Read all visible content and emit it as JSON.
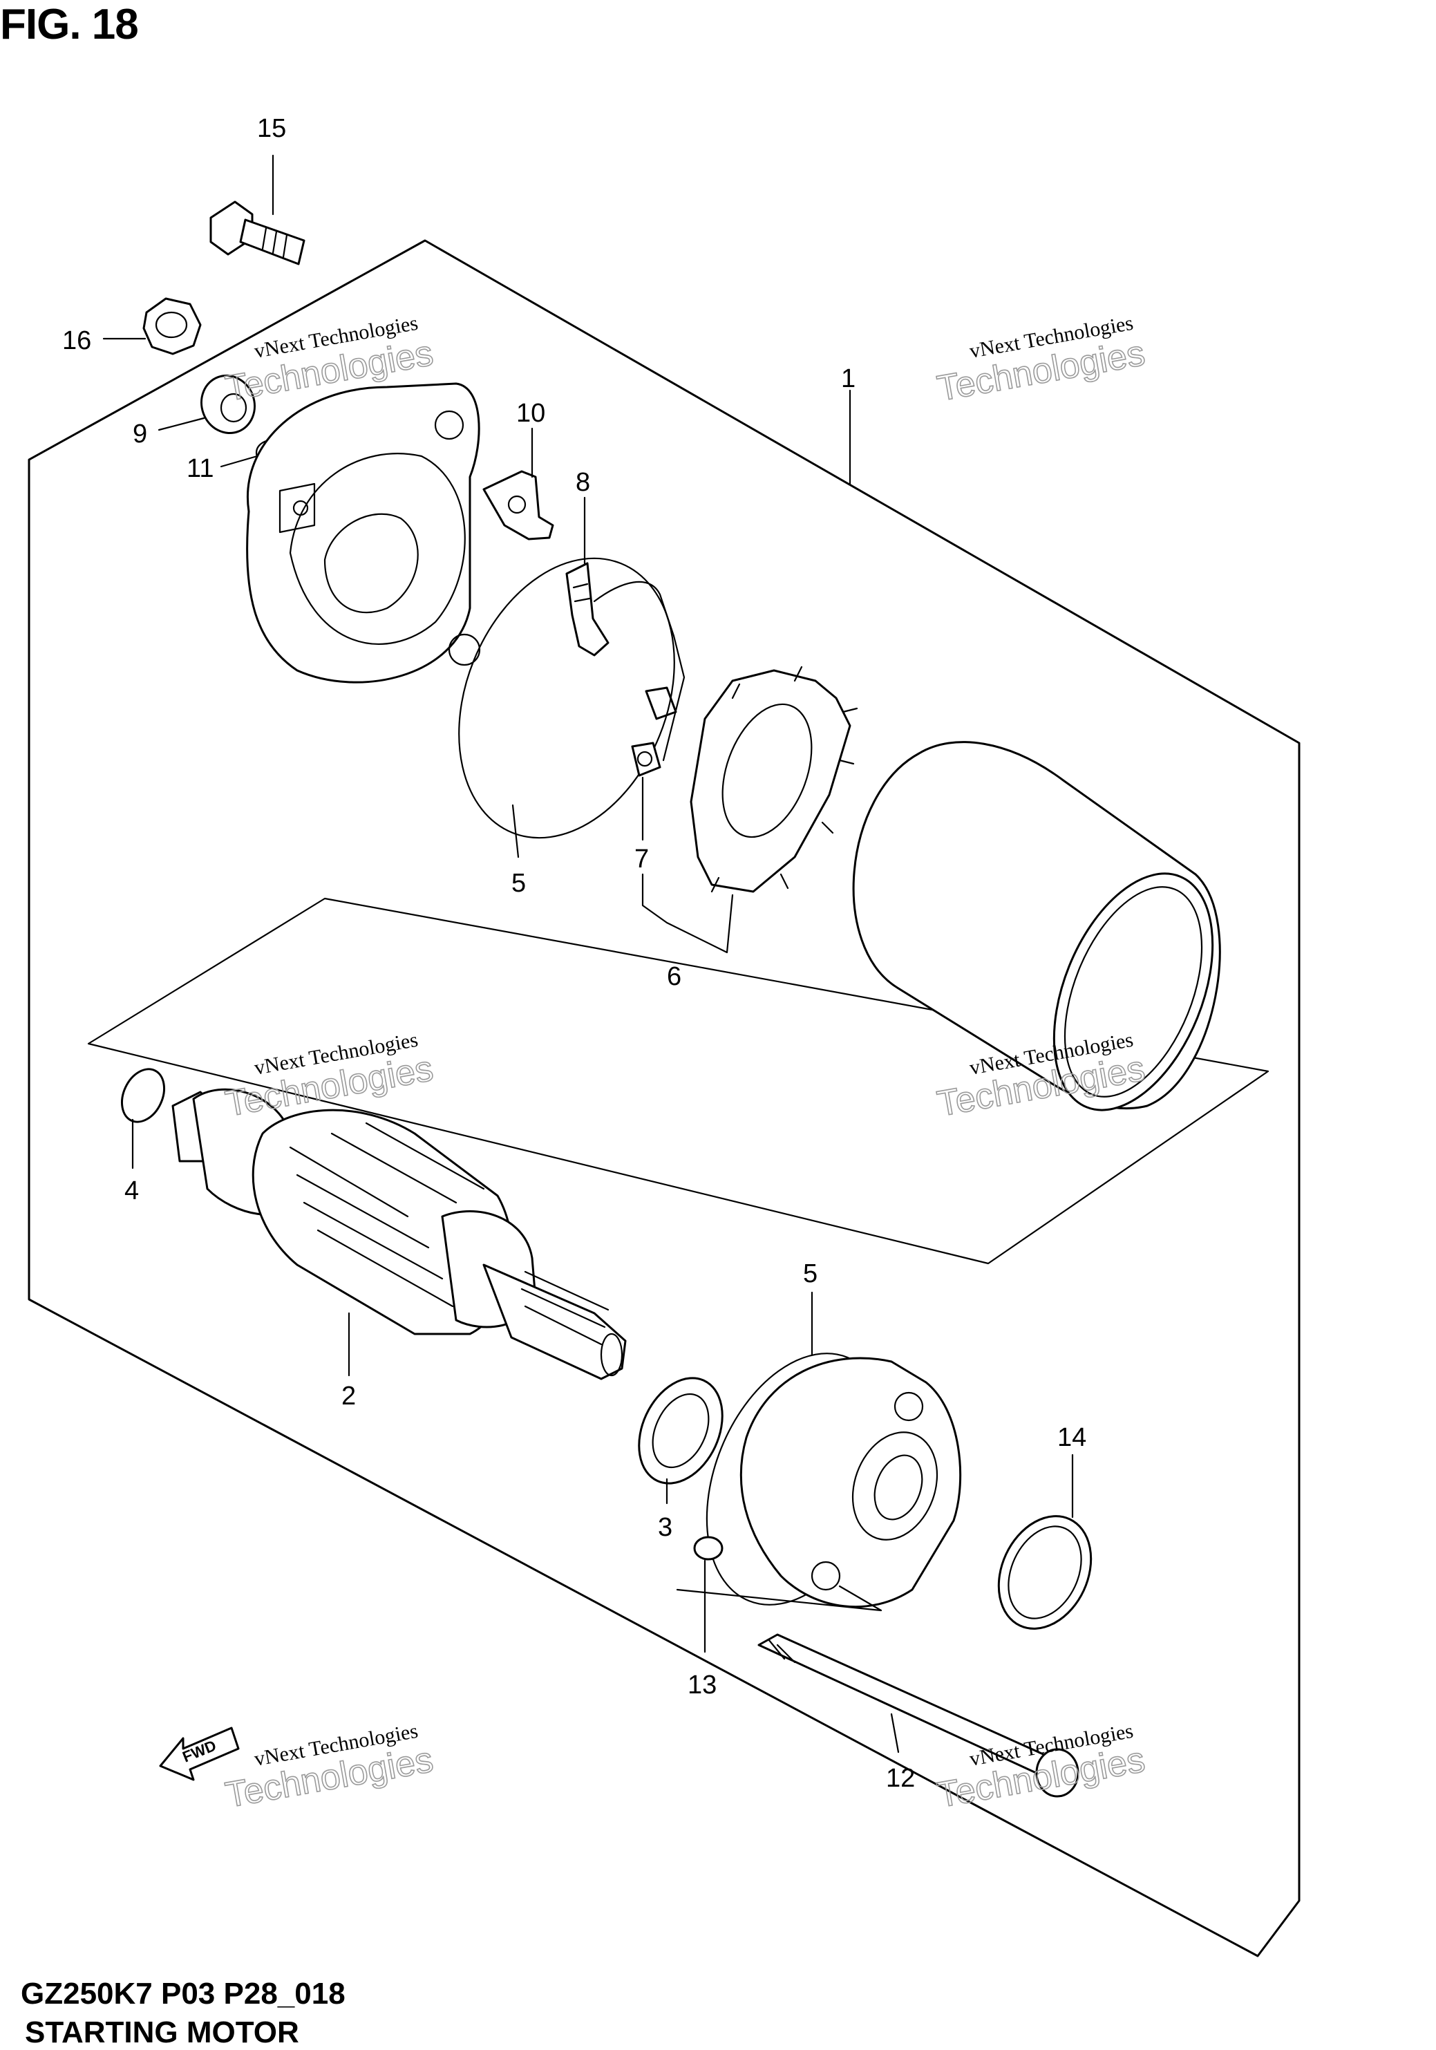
{
  "figure": {
    "title": "FIG. 18"
  },
  "footer": {
    "code": "GZ250K7 P03 P28_018",
    "name": "STARTING MOTOR"
  },
  "fwd_label": "FWD",
  "watermark": {
    "line1": "vNext Technologies",
    "line2": "Technologies"
  },
  "callouts": [
    {
      "id": "callout-15",
      "label": "15"
    },
    {
      "id": "callout-16",
      "label": "16"
    },
    {
      "id": "callout-1",
      "label": "1"
    },
    {
      "id": "callout-10",
      "label": "10"
    },
    {
      "id": "callout-9",
      "label": "9"
    },
    {
      "id": "callout-11",
      "label": "11"
    },
    {
      "id": "callout-8",
      "label": "8"
    },
    {
      "id": "callout-5a",
      "label": "5"
    },
    {
      "id": "callout-7",
      "label": "7"
    },
    {
      "id": "callout-6",
      "label": "6"
    },
    {
      "id": "callout-4",
      "label": "4"
    },
    {
      "id": "callout-2",
      "label": "2"
    },
    {
      "id": "callout-5b",
      "label": "5"
    },
    {
      "id": "callout-3",
      "label": "3"
    },
    {
      "id": "callout-14",
      "label": "14"
    },
    {
      "id": "callout-13",
      "label": "13"
    },
    {
      "id": "callout-12",
      "label": "12"
    }
  ]
}
